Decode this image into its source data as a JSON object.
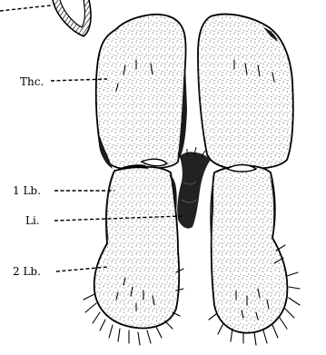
{
  "figure": {
    "labels": {
      "thc": "Thc.",
      "lb1": "1 Lb.",
      "li": "Li.",
      "lb2": "2 Lb."
    }
  }
}
